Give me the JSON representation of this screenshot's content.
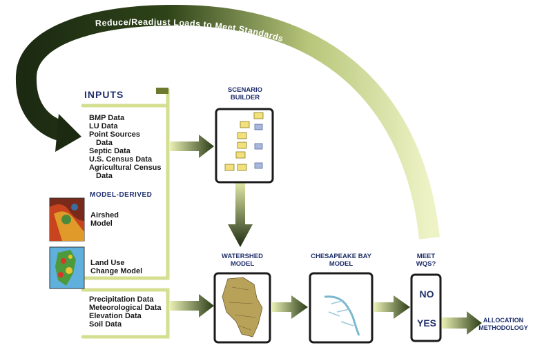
{
  "loop_label": "Reduce/Readjust Loads to Meet Standards",
  "inputs": {
    "title": "INPUTS",
    "items": [
      "BMP Data",
      "LU Data",
      "Point Sources",
      "Data",
      "Septic Data",
      "U.S. Census Data",
      "Agricultural Census",
      "Data"
    ]
  },
  "model_derived": {
    "title": "MODEL-DERIVED",
    "airshed": [
      "Airshed",
      "Model"
    ],
    "land_use": [
      "Land Use",
      "Change Model"
    ]
  },
  "other_inputs": [
    "Precipitation Data",
    "Meteorological Data",
    "Elevation Data",
    "Soil Data"
  ],
  "scenario_builder": [
    "SCENARIO",
    "BUILDER"
  ],
  "watershed_model": [
    "WATERSHED",
    "MODEL"
  ],
  "bay_model": [
    "CHESAPEAKE BAY",
    "MODEL"
  ],
  "meet": [
    "MEET",
    "WQS?"
  ],
  "no_label": "NO",
  "yes_label": "YES",
  "allocation": [
    "ALLOCATION",
    "METHODOLOGY"
  ],
  "colors": {
    "arrow_dark": "#1e2d12",
    "arrow_light": "#e8efb0",
    "heading": "#1f2f6b"
  }
}
